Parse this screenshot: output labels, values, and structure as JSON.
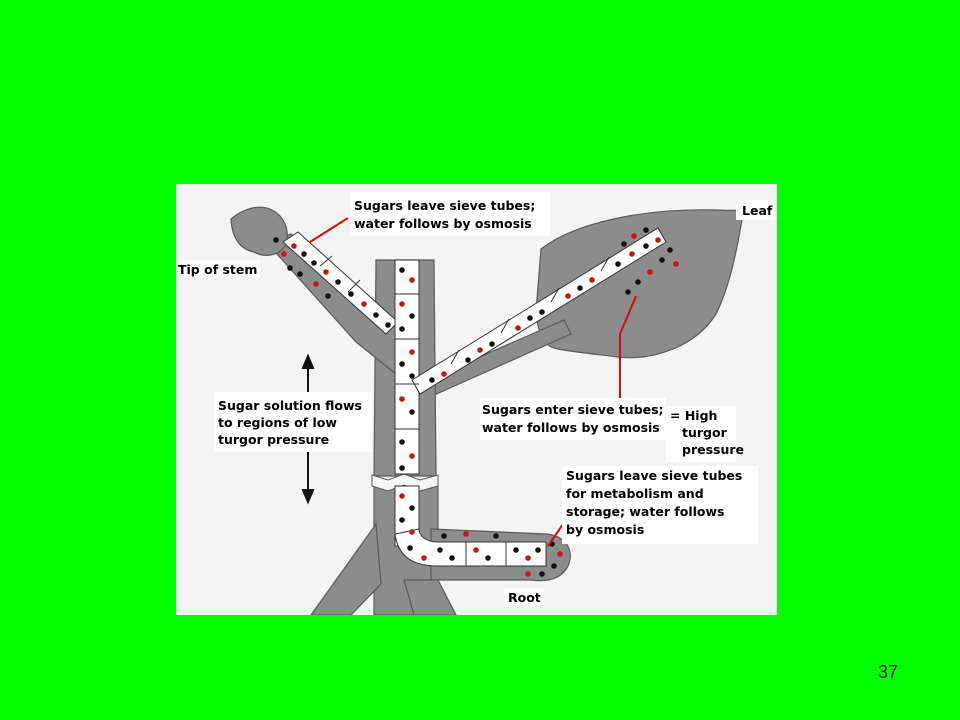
{
  "diagram": {
    "labels": {
      "leaf": "Leaf",
      "tip_of_stem": "Tip of stem",
      "sink_top_line1": "Sugars leave sieve tubes;",
      "sink_top_line2": "water follows by osmosis",
      "flow_line1": "Sugar solution flows",
      "flow_line2": "to regions of low",
      "flow_line3": "turgor pressure",
      "source_line1": "Sugars enter sieve tubes;",
      "source_line2": "water follows by osmosis",
      "high_line1": "= High",
      "high_line2": "turgor",
      "high_line3": "pressure",
      "root_sink_line1": "Sugars leave sieve tubes",
      "root_sink_line2": "for metabolism and",
      "root_sink_line3": "storage; water follows",
      "root_sink_line4": "by osmosis",
      "root": "Root"
    },
    "colors": {
      "plant": "#8c8c8c",
      "tube": "#ffffff",
      "sugar": "#c41414",
      "water": "#111111",
      "pointer": "#d01010"
    }
  },
  "slide_number": "37"
}
